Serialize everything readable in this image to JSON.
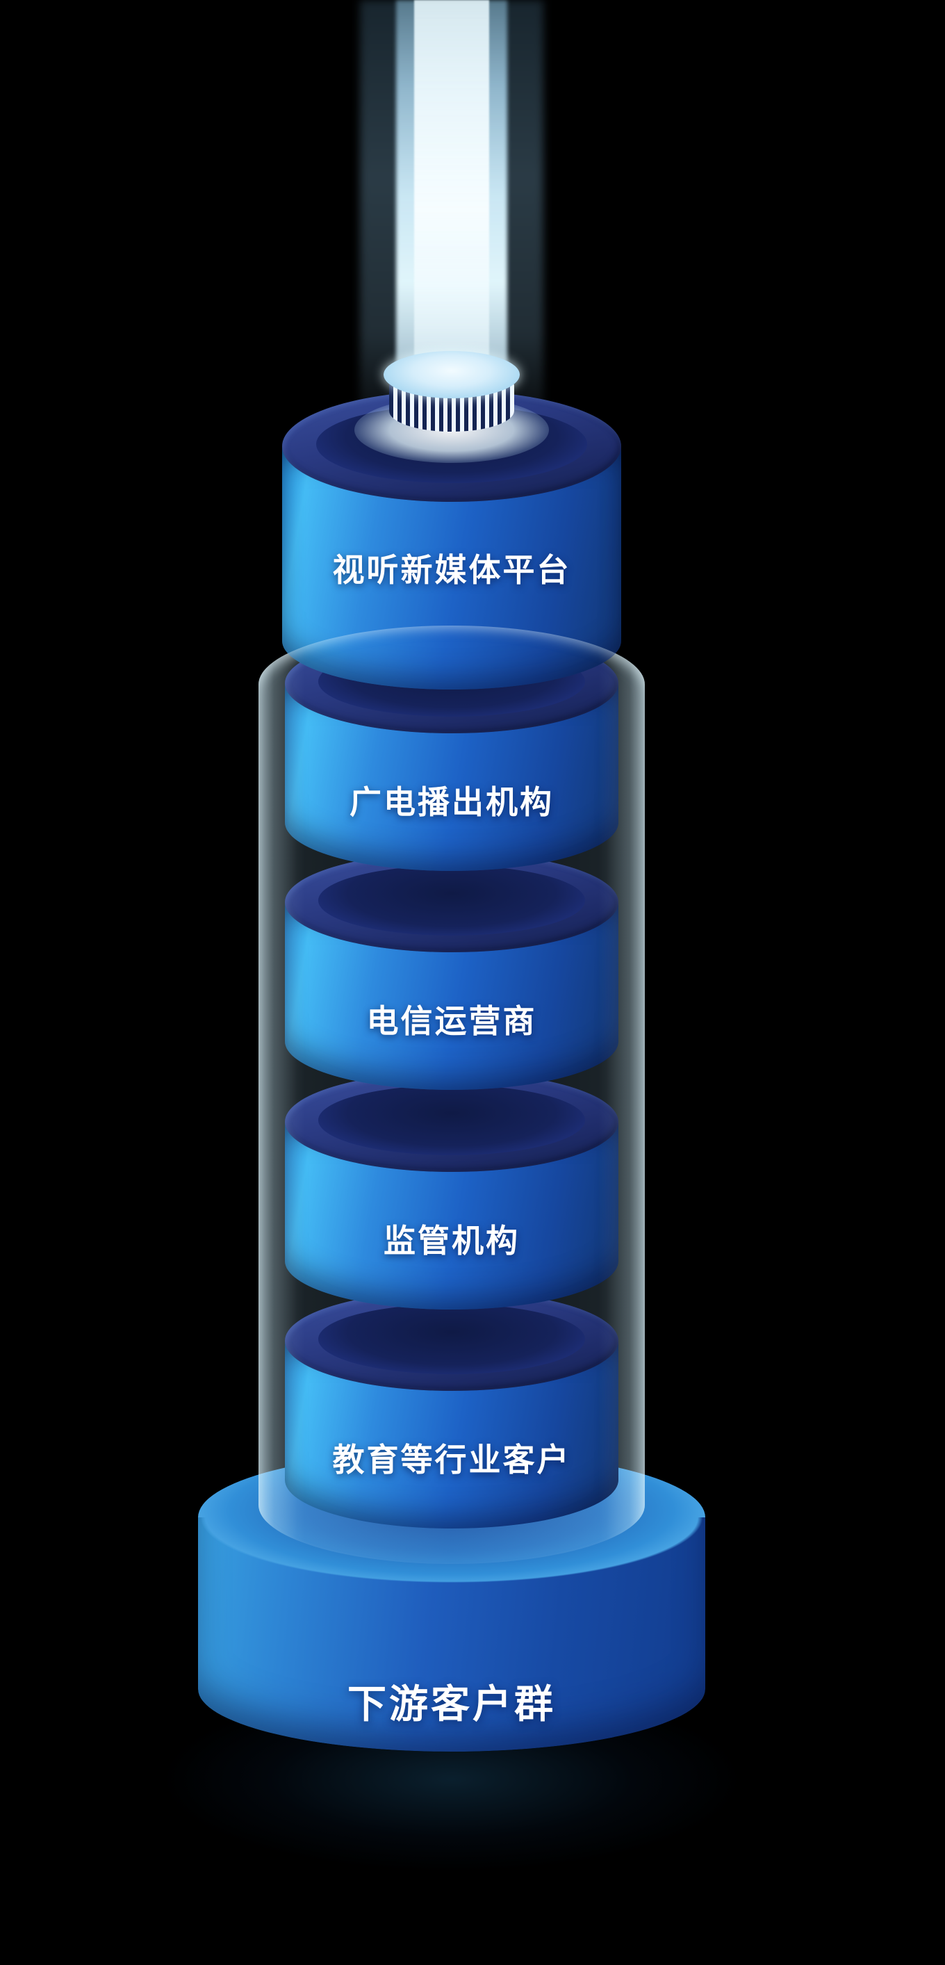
{
  "diagram": {
    "layers": [
      {
        "label": "视听新媒体平台"
      },
      {
        "label": "广电播出机构"
      },
      {
        "label": "电信运营商"
      },
      {
        "label": "监管机构"
      },
      {
        "label": "教育等行业客户"
      }
    ],
    "base": {
      "label": "下游客户群"
    },
    "colors": {
      "background": "#000000",
      "cylinder_bright": "#45bcf5",
      "cylinder_mid": "#1d62c6",
      "cylinder_dark": "#123672",
      "top_face_dark": "#15225a",
      "beam_light": "#e4f9ff",
      "glass_tint": "rgba(150,205,245,0.16)",
      "base_rim": "#bfe8fa",
      "text": "#ffffff"
    }
  }
}
